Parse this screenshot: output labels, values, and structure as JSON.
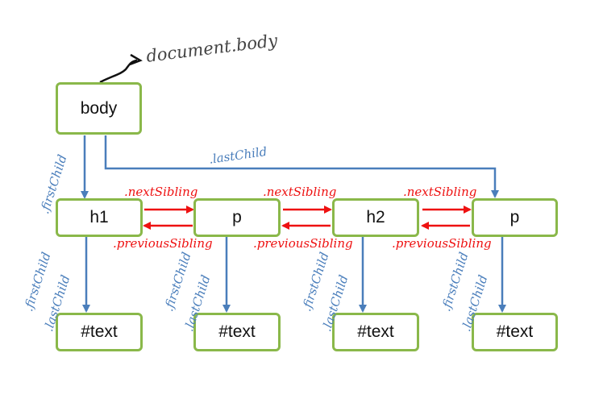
{
  "diagram": {
    "nodes": {
      "body": "body",
      "h1": "h1",
      "p1": "p",
      "h2": "h2",
      "p2": "p",
      "text1": "#text",
      "text2": "#text",
      "text3": "#text",
      "text4": "#text"
    },
    "labels": {
      "document_body": "document.body",
      "first_child": ".firstChild",
      "last_child": ".lastChild",
      "next_sibling": ".nextSibling",
      "previous_sibling": ".previousSibling"
    },
    "colors": {
      "node_border": "#8ab84a",
      "parent_child_arrow": "#4a7ebb",
      "sibling_arrow": "#ee1111",
      "pointer_arrow": "#111111"
    }
  }
}
